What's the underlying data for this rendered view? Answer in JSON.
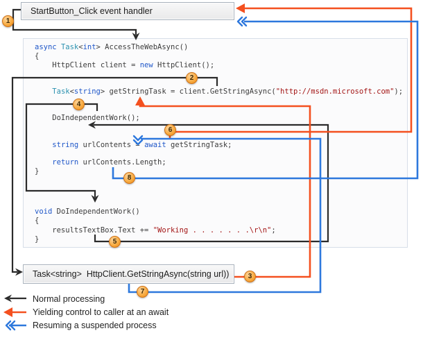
{
  "start_box": {
    "label": "StartButton_Click event handler"
  },
  "gsa_box": {
    "label": "Task<string>  HttpClient.GetStringAsync(string url))"
  },
  "markers": [
    {
      "n": "1"
    },
    {
      "n": "2"
    },
    {
      "n": "3"
    },
    {
      "n": "4"
    },
    {
      "n": "5"
    },
    {
      "n": "6"
    },
    {
      "n": "7"
    },
    {
      "n": "8"
    }
  ],
  "code": {
    "blocks": [
      {
        "lines": [
          {
            "tokens": [
              {
                "t": "async",
                "c": "kw"
              },
              {
                "t": " ",
                "c": "pl"
              },
              {
                "t": "Task",
                "c": "ty"
              },
              {
                "t": "<",
                "c": "pl"
              },
              {
                "t": "int",
                "c": "kw"
              },
              {
                "t": "> AccessTheWebAsync()",
                "c": "pl"
              }
            ]
          },
          {
            "tokens": [
              {
                "t": "{",
                "c": "pl"
              }
            ]
          },
          {
            "tokens": [
              {
                "t": "    HttpClient client = ",
                "c": "pl"
              },
              {
                "t": "new",
                "c": "kw"
              },
              {
                "t": " HttpClient();",
                "c": "pl"
              }
            ]
          },
          {
            "tokens": []
          },
          {
            "tokens": []
          },
          {
            "tokens": [
              {
                "t": "    ",
                "c": "pl"
              },
              {
                "t": "Task",
                "c": "ty"
              },
              {
                "t": "<",
                "c": "pl"
              },
              {
                "t": "string",
                "c": "kw"
              },
              {
                "t": "> getStringTask = client.GetStringAsync(",
                "c": "pl"
              },
              {
                "t": "\"http://msdn.microsoft.com\"",
                "c": "st"
              },
              {
                "t": ");",
                "c": "pl"
              }
            ]
          },
          {
            "tokens": []
          },
          {
            "tokens": []
          },
          {
            "tokens": [
              {
                "t": "    DoIndependentWork();",
                "c": "pl"
              }
            ]
          },
          {
            "tokens": []
          },
          {
            "tokens": []
          },
          {
            "tokens": [
              {
                "t": "    ",
                "c": "pl"
              },
              {
                "t": "string",
                "c": "kw"
              },
              {
                "t": " urlContents = ",
                "c": "pl"
              },
              {
                "t": "await",
                "c": "kw"
              },
              {
                "t": " getStringTask;",
                "c": "pl"
              }
            ]
          },
          {
            "tokens": []
          },
          {
            "tokens": [
              {
                "t": "    ",
                "c": "pl"
              },
              {
                "t": "return",
                "c": "kw"
              },
              {
                "t": " urlContents.Length;",
                "c": "pl"
              }
            ]
          },
          {
            "tokens": [
              {
                "t": "}",
                "c": "pl"
              }
            ]
          }
        ]
      },
      {
        "lines": [
          {
            "tokens": [
              {
                "t": "void",
                "c": "kw"
              },
              {
                "t": " DoIndependentWork()",
                "c": "pl"
              }
            ]
          },
          {
            "tokens": [
              {
                "t": "{",
                "c": "pl"
              }
            ]
          },
          {
            "tokens": [
              {
                "t": "    resultsTextBox.Text += ",
                "c": "pl"
              },
              {
                "t": "\"Working . . . . . . .\\r\\n\"",
                "c": "st"
              },
              {
                "t": ";",
                "c": "pl"
              }
            ]
          },
          {
            "tokens": [
              {
                "t": "}",
                "c": "pl"
              }
            ]
          }
        ]
      }
    ]
  },
  "legend": {
    "items": [
      {
        "label": "Normal processing"
      },
      {
        "label": "Yielding control to caller at an await"
      },
      {
        "label": "Resuming a suspended process"
      }
    ]
  },
  "colors": {
    "normal": "#2b2b2b",
    "yield": "#f4501f",
    "resume": "#2d78dd",
    "marker_fill": "#f7a93e",
    "keyword": "#1e56c8",
    "type": "#2b91af",
    "string": "#a31515"
  }
}
